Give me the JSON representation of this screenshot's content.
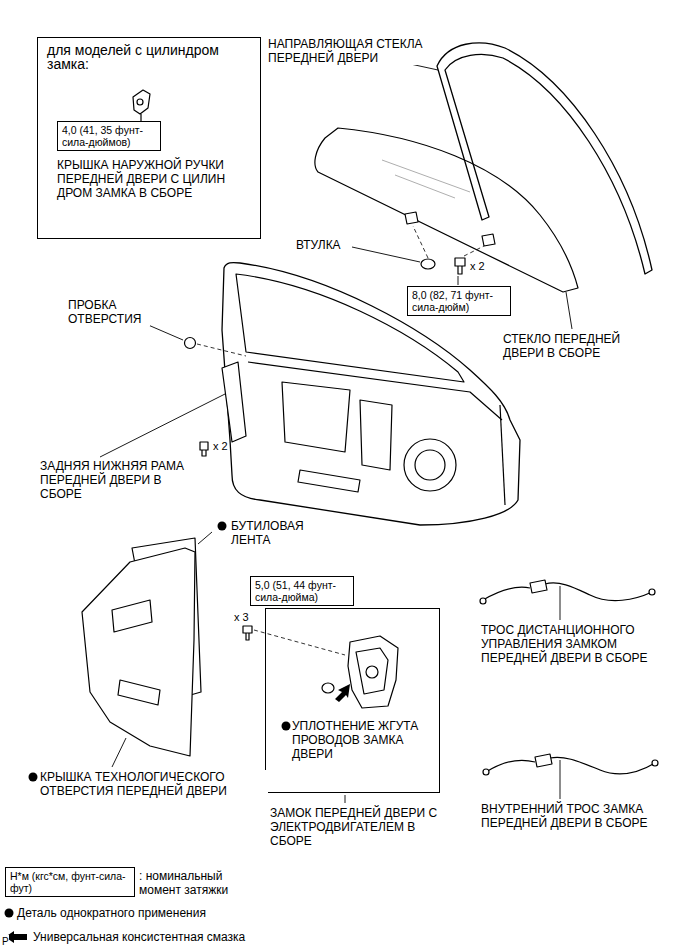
{
  "diagram": {
    "nodes": [
      {
        "text": [
          "для моделей с цилиндром замка:",
          "КРЫШКА НАРУЖНОЙ РУЧКИ ПЕРЕДНЕЙ ДВЕРИ С ЦИЛИН ДРОМ ЗАМКА В СБОРЕ"
        ]
      },
      {
        "text": [
          "4,0 (41, 35 фунт-сила-дюймов)"
        ],
        "in": 0
      },
      {
        "text": [
          "8,0 (82, 71 фунт-сила-дюйм)"
        ]
      },
      {
        "text": [
          "5,0 (51, 44 фунт-сила-дюйма)"
        ]
      },
      {
        "text": [
          "УПЛОТНЕНИЕ ЖГУТА ПРОВОДОВ ЗАМКА ДВЕРИ"
        ]
      },
      {
        "text": [
          "Н*м (кгс*см, фунт-сила-фут)"
        ]
      }
    ],
    "labels": [
      "НАПРАВЛЯЮЩАЯ СТЕКЛА ПЕРЕДНЕЙ ДВЕРИ",
      "ВТУЛКА",
      "x 2",
      "СТЕКЛО ПЕРЕДНЕЙ ДВЕРИ В СБОРЕ",
      "ПРОБКА ОТВЕРСТИЯ",
      "x 2",
      "ЗАДНЯЯ НИЖНЯЯ РАМА ПЕРЕДНЕЙ ДВЕРИ В СБОРЕ",
      "БУТИЛОВАЯ ЛЕНТА",
      "x 3",
      "ТРОС ДИСТАНЦИОННОГО УПРАВЛЕНИЯ ЗАМКОМ ПЕРЕДНЕЙ ДВЕРИ В СБОРЕ",
      "КРЫШКА ТЕХНОЛОГИЧЕСКОГО ОТВЕРСТИЯ ПЕРЕДНЕЙ ДВЕРИ",
      "ЗАМОК ПЕРЕДНЕЙ ДВЕРИ С ЭЛЕКТРОДВИГАТЕЛЕМ В СБОРЕ",
      "ВНУТРЕННИЙ ТРОС ЗАМКА ПЕРЕДНЕЙ ДВЕРИ В СБОРЕ",
      "P"
    ],
    "legend": [
      {
        "text": ": номинальный момент затяжки"
      },
      {
        "text": "Деталь однократного применения"
      },
      {
        "text": "Универсальная консистентная смазка"
      }
    ]
  }
}
